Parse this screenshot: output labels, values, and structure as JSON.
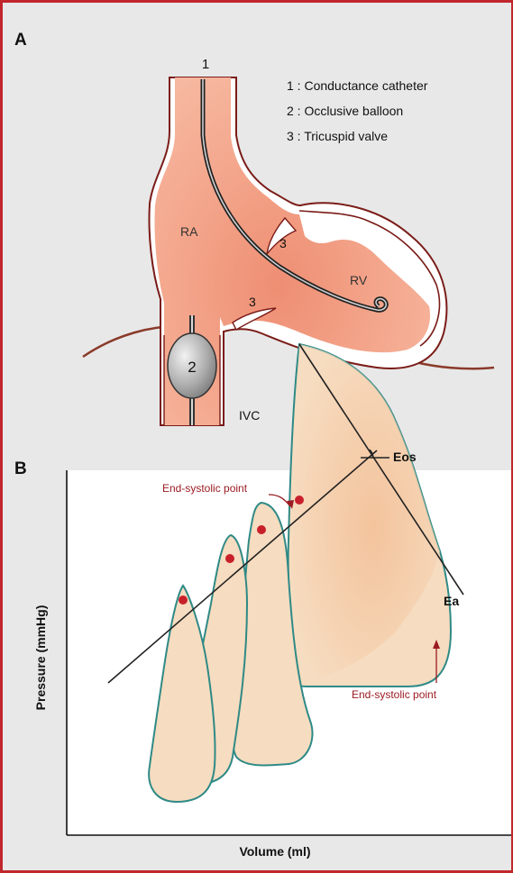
{
  "panel_a": {
    "letter": "A",
    "legend": [
      "1 : Conductance catheter",
      "2 : Occlusive balloon",
      "3 : Tricuspid valve"
    ],
    "markers": {
      "catheter": "1",
      "balloon": "2",
      "valve_upper": "3",
      "valve_lower": "3"
    },
    "regions": {
      "ra": "RA",
      "rv": "RV",
      "ivc": "IVC"
    }
  },
  "panel_b": {
    "letter": "B",
    "xlabel": "Volume (ml)",
    "ylabel": "Pressure (mmHg)",
    "labels": {
      "eos": "Eos",
      "ea": "Ea",
      "end_systolic_top": "End-systolic point",
      "end_systolic_bottom": "End-systolic point"
    }
  },
  "colors": {
    "border": "#c0262c",
    "panel_bg": "#e8e8e8",
    "tissue": "#f2a98f",
    "loop_stroke": "#2f8a86",
    "loop_fill": "#f6dcc0",
    "es_point": "#c8202a",
    "annotation": "#9b1b22"
  }
}
